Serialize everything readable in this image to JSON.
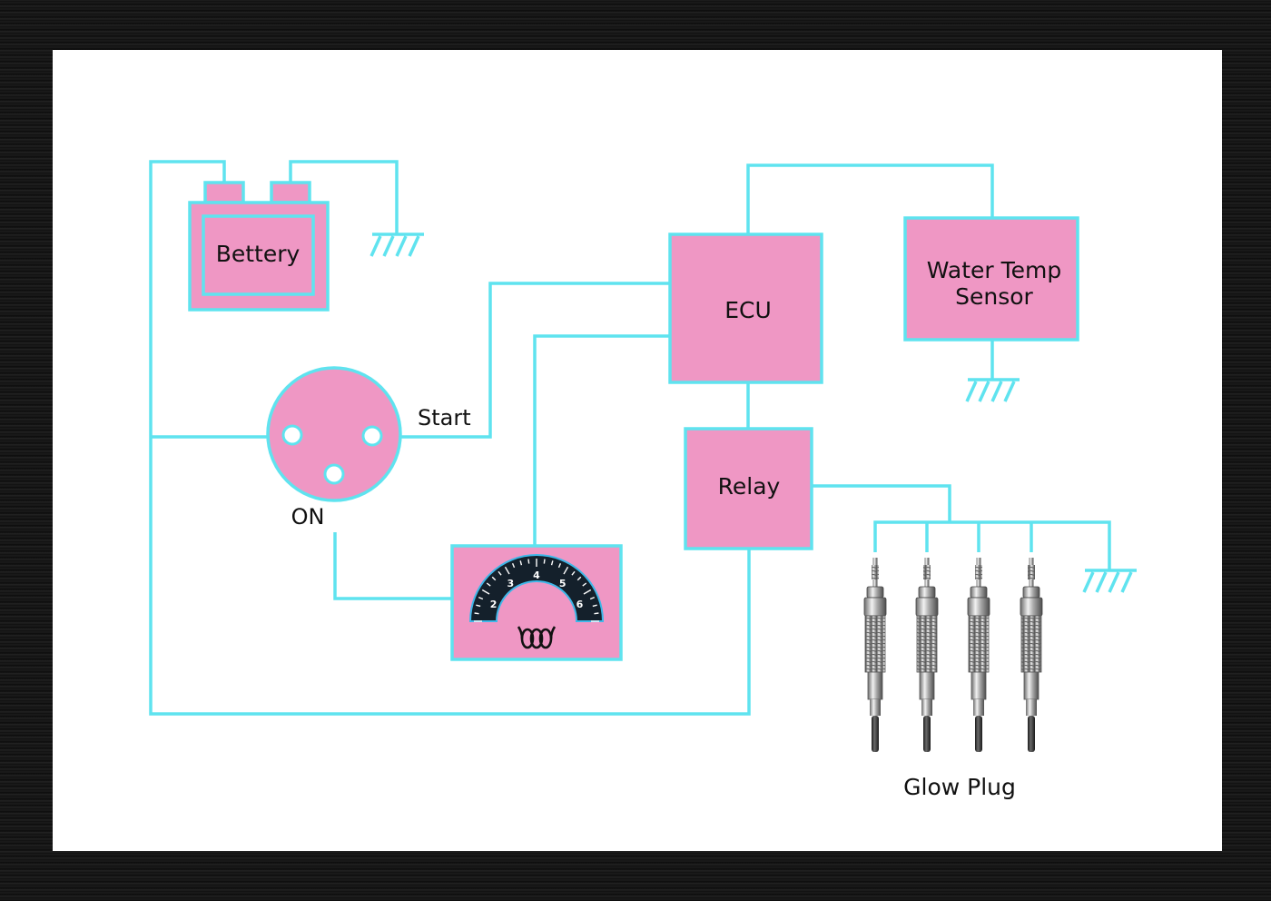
{
  "colors": {
    "wire": "#5fe3ef",
    "box_fill": "#ef97c4",
    "box_stroke": "#5fe3ef",
    "background": "#ffffff",
    "frame": "#141414",
    "gauge_face": "#14202b",
    "text": "#111111"
  },
  "labels": {
    "battery": "Bettery",
    "ecu": "ECU",
    "water_temp_line1": "Water Temp",
    "water_temp_line2": "Sensor",
    "relay": "Relay",
    "switch_start": "Start",
    "switch_on": "ON",
    "glow_plug": "Glow Plug"
  },
  "gauge": {
    "ticks": [
      "2",
      "3",
      "4",
      "5",
      "6"
    ],
    "icon": "glow-coil-icon"
  },
  "glow_plug_count": 4
}
